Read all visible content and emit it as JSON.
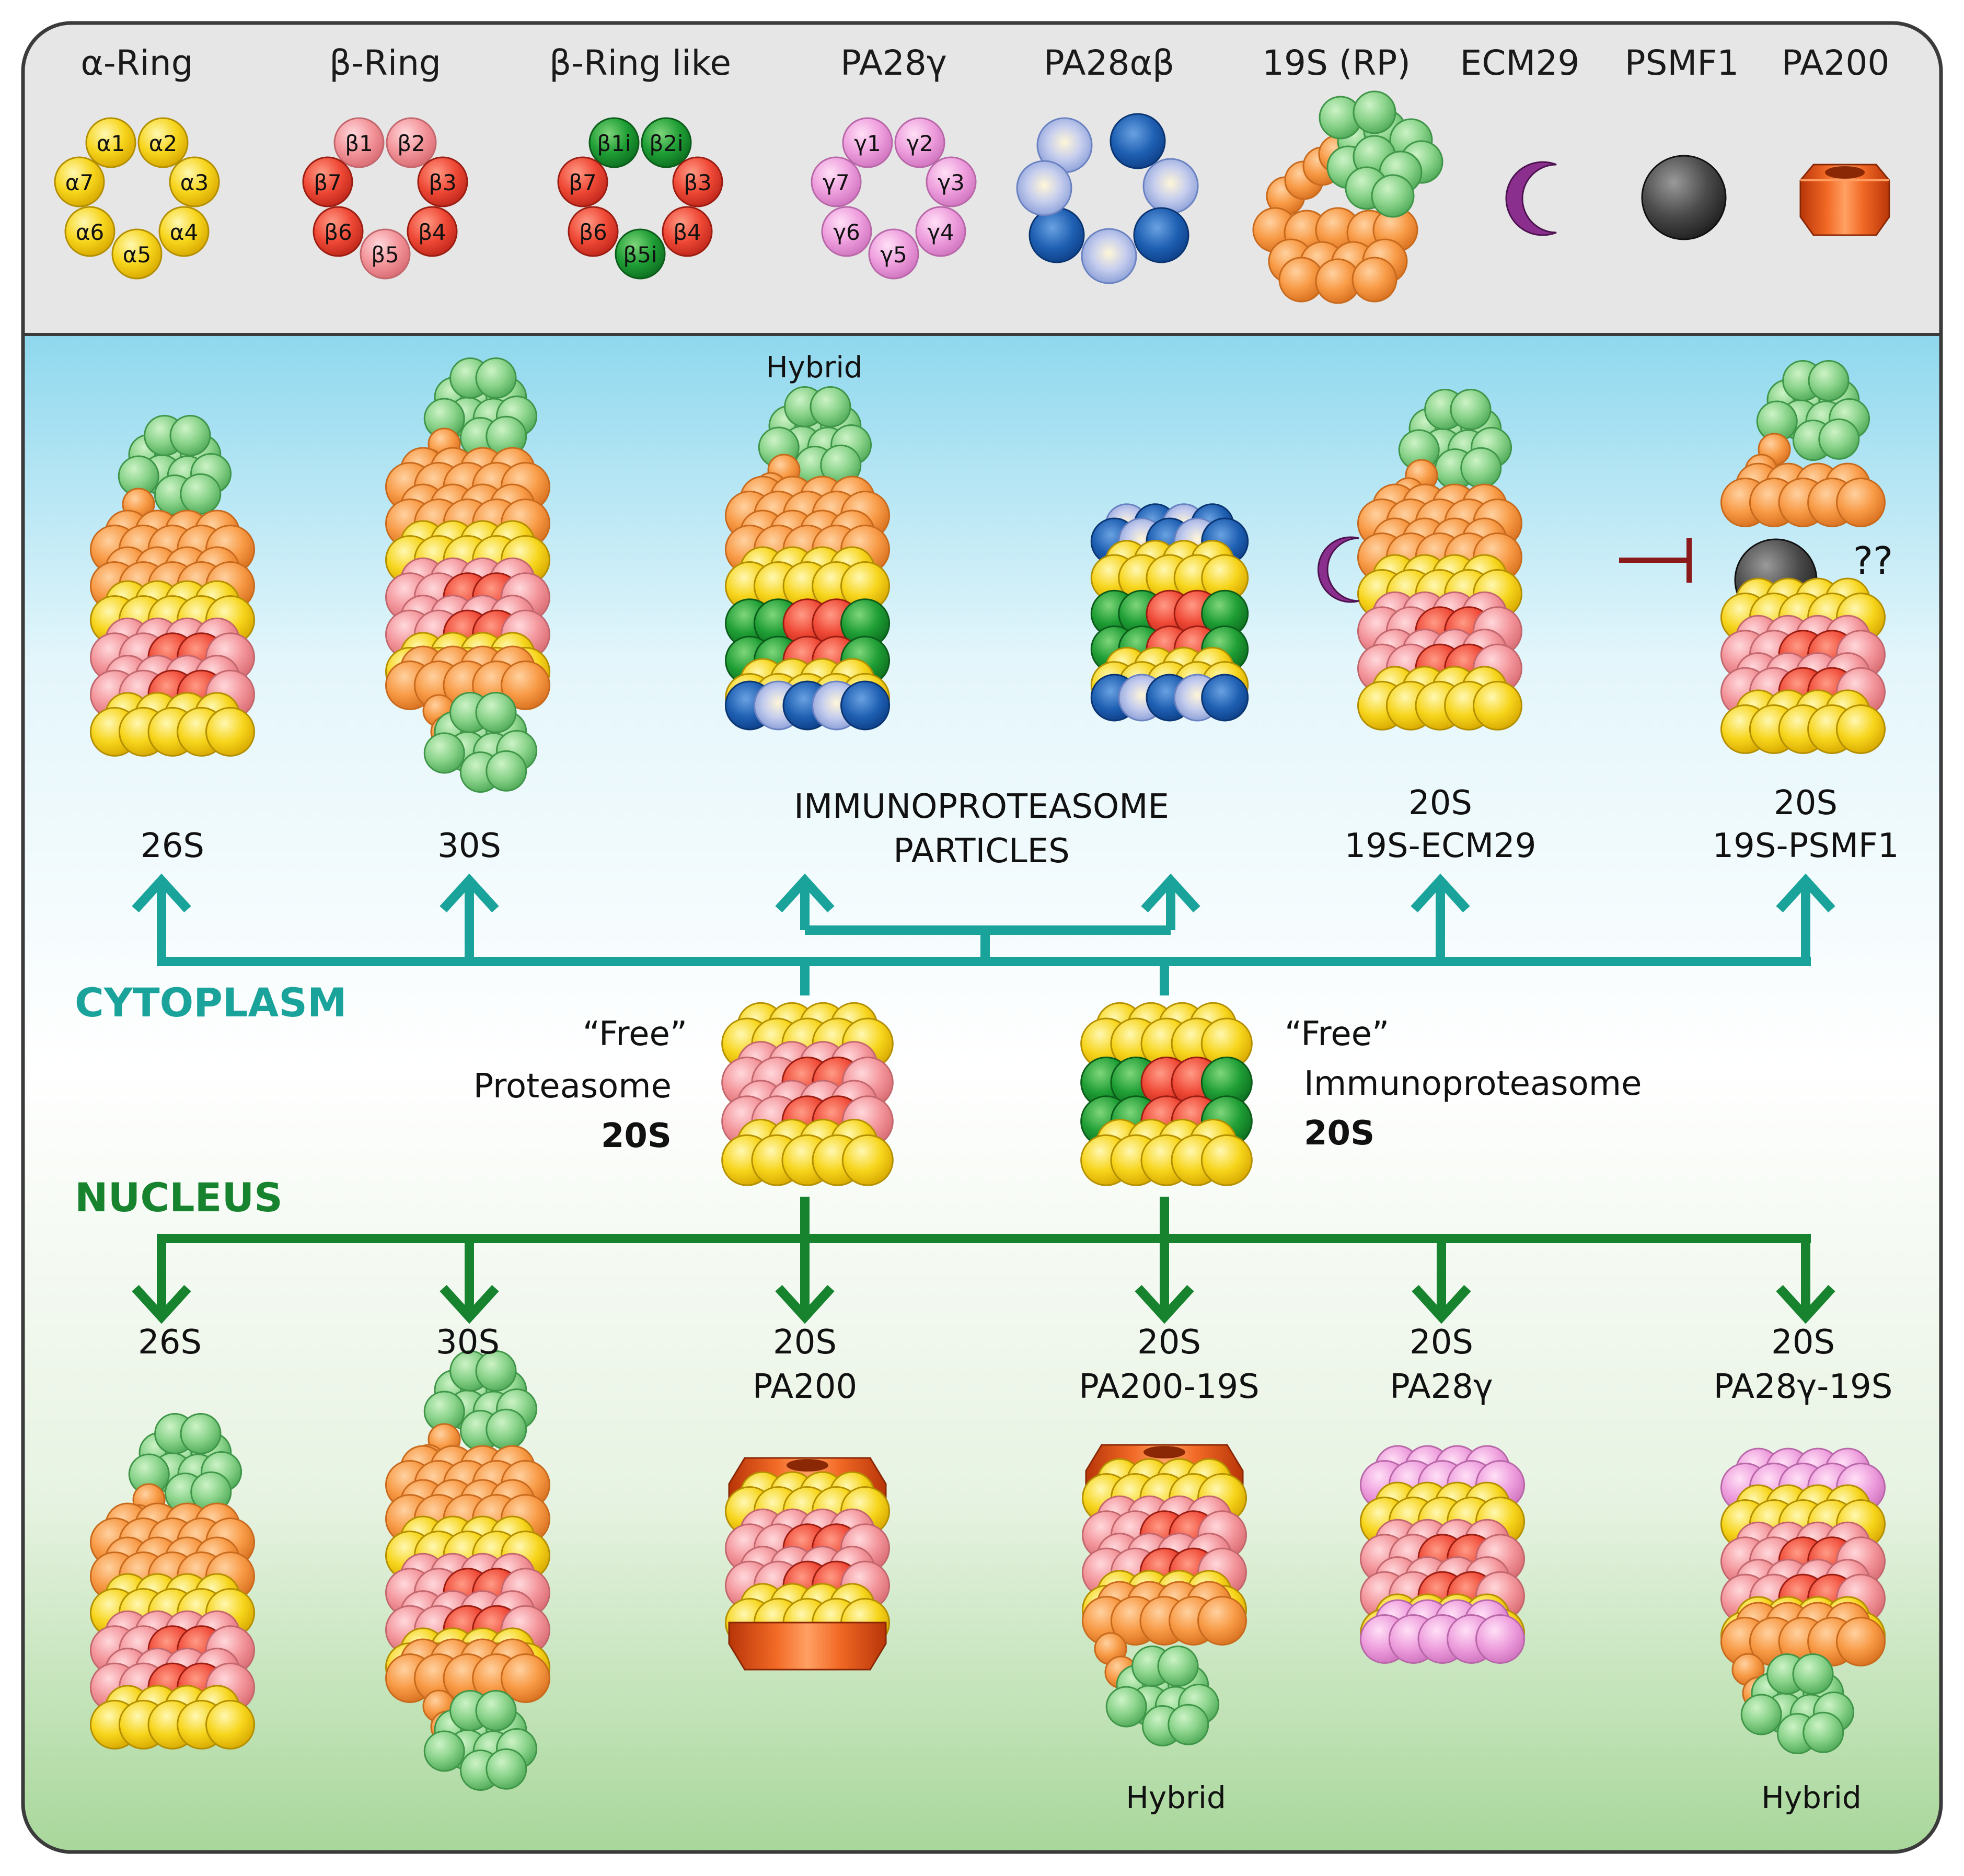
{
  "legend": {
    "alpha_ring": {
      "title": "α-Ring",
      "subunits": [
        "α1",
        "α2",
        "α3",
        "α4",
        "α5",
        "α6",
        "α7"
      ]
    },
    "beta_ring": {
      "title": "β-Ring",
      "subunits": [
        "β1",
        "β2",
        "β3",
        "β4",
        "β5",
        "β6",
        "β7"
      ]
    },
    "beta_ring_like": {
      "title": "β-Ring like",
      "subunits": [
        "β1i",
        "β2i",
        "β3",
        "β4",
        "β5i",
        "β6",
        "β7"
      ]
    },
    "pa28_gamma": {
      "title": "PA28γ",
      "subunits": [
        "γ1",
        "γ2",
        "γ3",
        "γ4",
        "γ5",
        "γ6",
        "γ7"
      ]
    },
    "pa28_alpha_beta": {
      "title": "PA28αβ"
    },
    "rp19s": {
      "title": "19S (RP)"
    },
    "ecm29": {
      "title": "ECM29"
    },
    "psmf1": {
      "title": "PSMF1"
    },
    "pa200": {
      "title": "PA200"
    }
  },
  "cytoplasm": {
    "label": "CYTOPLASM",
    "hybrid_label": "Hybrid",
    "unknown_mark": "??",
    "products": {
      "p26s": "26S",
      "p30s": "30S",
      "immuno_line1": "IMMUNOPROTEASOME",
      "immuno_line2": "PARTICLES",
      "ecm29_line1": "20S",
      "ecm29_line2": "19S-ECM29",
      "psmf1_line1": "20S",
      "psmf1_line2": "19S-PSMF1"
    }
  },
  "free": {
    "proteasome": {
      "quote": "“Free”",
      "name": "Proteasome",
      "type": "20S"
    },
    "immunoproteasome": {
      "quote": "“Free”",
      "name": "Immunoproteasome",
      "type": "20S"
    }
  },
  "nucleus": {
    "label": "NUCLEUS",
    "hybrid_label_1": "Hybrid",
    "hybrid_label_2": "Hybrid",
    "products": {
      "p26s": "26S",
      "p30s": "30S",
      "pa200_line1": "20S",
      "pa200_line2": "PA200",
      "pa200_19s_line1": "20S",
      "pa200_19s_line2": "PA200-19S",
      "pa28g_line1": "20S",
      "pa28g_line2": "PA28γ",
      "pa28g_19s_line1": "20S",
      "pa28g_19s_line2": "PA28γ-19S"
    }
  },
  "colors": {
    "alpha": "#f5d21a",
    "beta": "#ee4a3a",
    "beta_light": "#f28f96",
    "immuno_beta": "#1d9a35",
    "pa28_gamma": "#ec9bdc",
    "pa28_ab_dark": "#1d5fb0",
    "pa28_ab_light": "#b9c6ea",
    "rp_lid": "#86d086",
    "rp_base": "#f79a45",
    "ecm29": "#8a2f8e",
    "psmf1": "#4a4a4a",
    "pa200": "#e2541a",
    "cytoplasm_text": "#1aa39a",
    "nucleus_text": "#17832f"
  }
}
